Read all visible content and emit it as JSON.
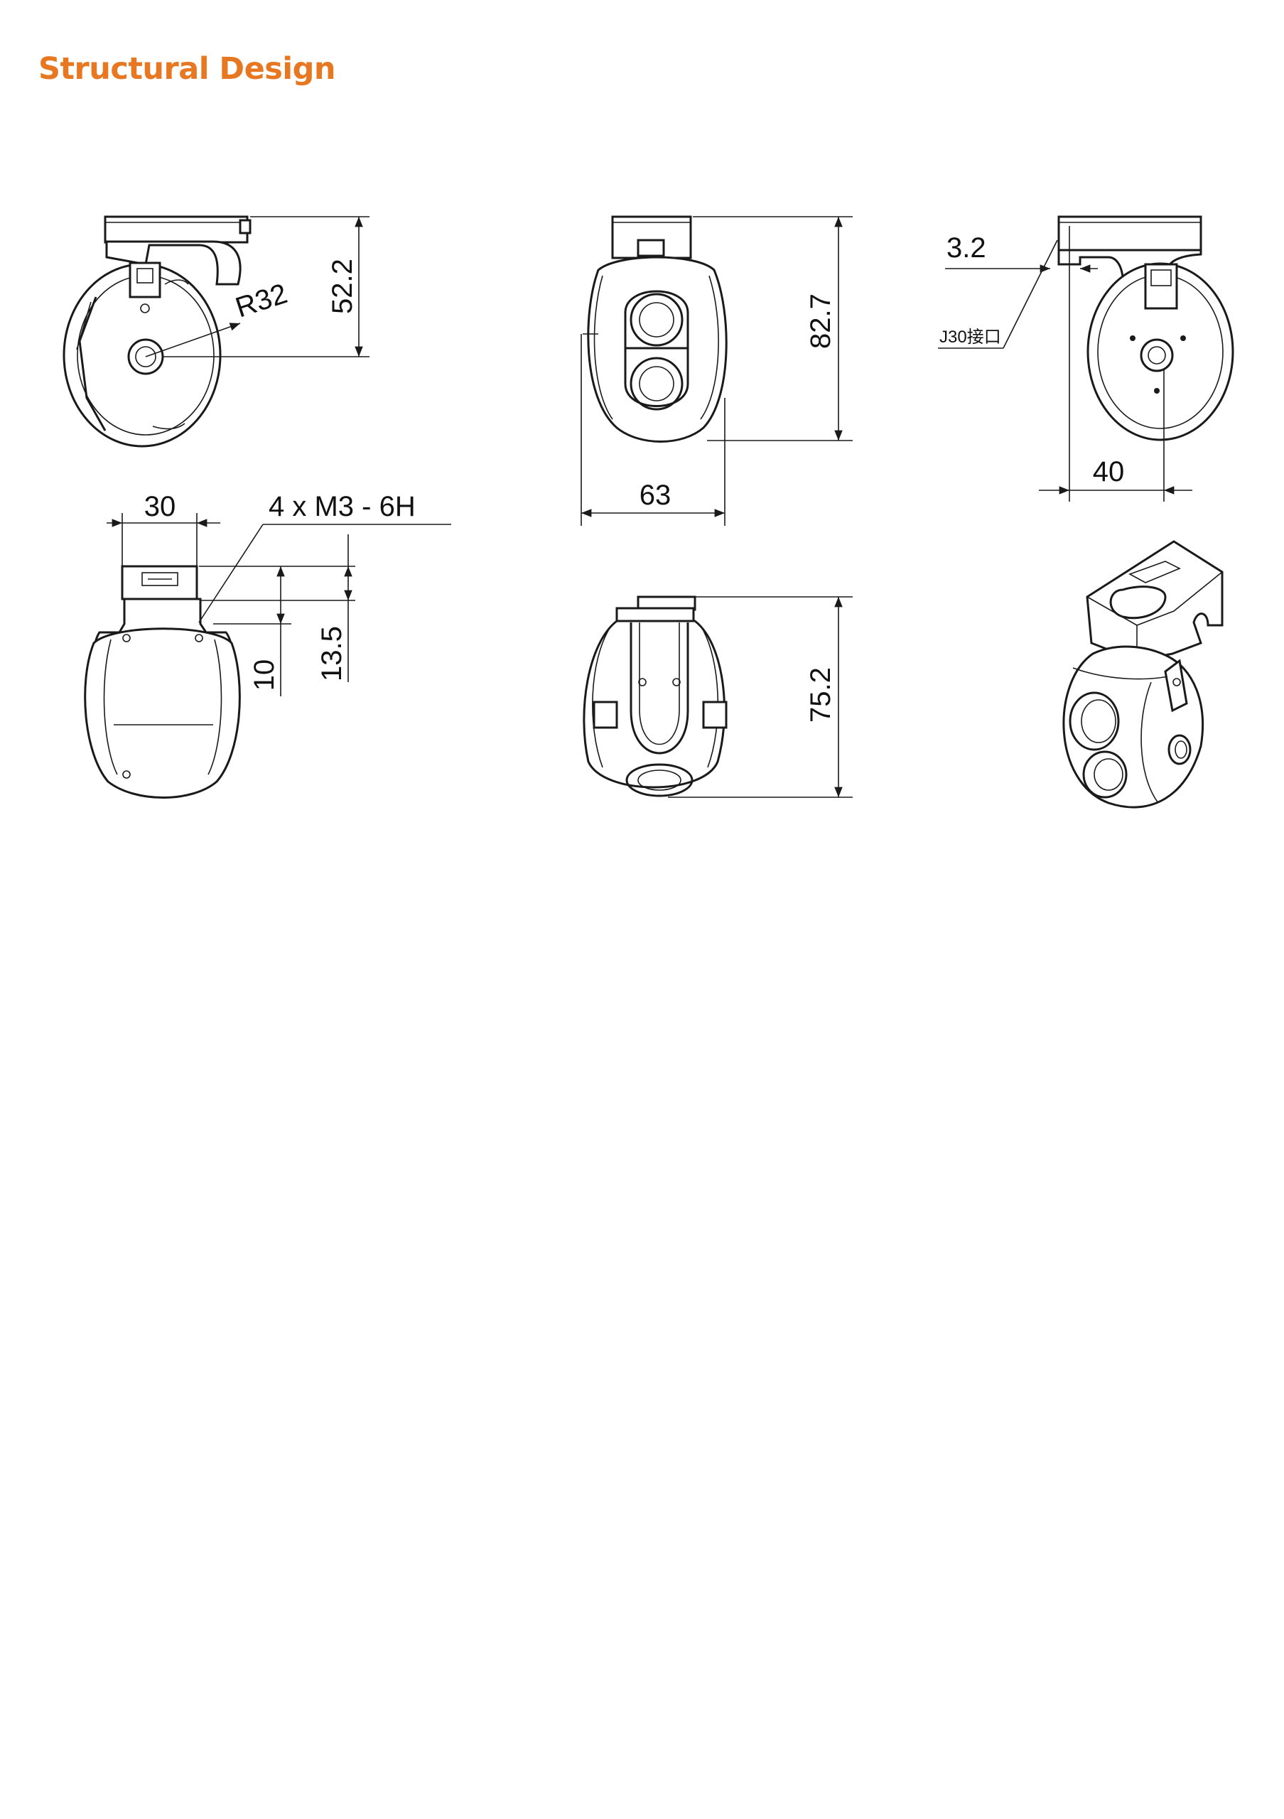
{
  "page": {
    "title": "Structural Design",
    "title_color": "#E87722"
  },
  "dimensions": {
    "side_view_radius": "R32",
    "side_view_height": "52.2",
    "front_view_height": "82.7",
    "front_view_width": "63",
    "rear_view_offset": "3.2",
    "rear_view_port_label": "J30接口",
    "rear_view_depth": "40",
    "top_view_width": "30",
    "top_view_thread": "4 x  M3 - 6H",
    "top_view_spacing_a": "10",
    "top_view_spacing_b": "13.5",
    "bottom_view_height": "75.2"
  }
}
